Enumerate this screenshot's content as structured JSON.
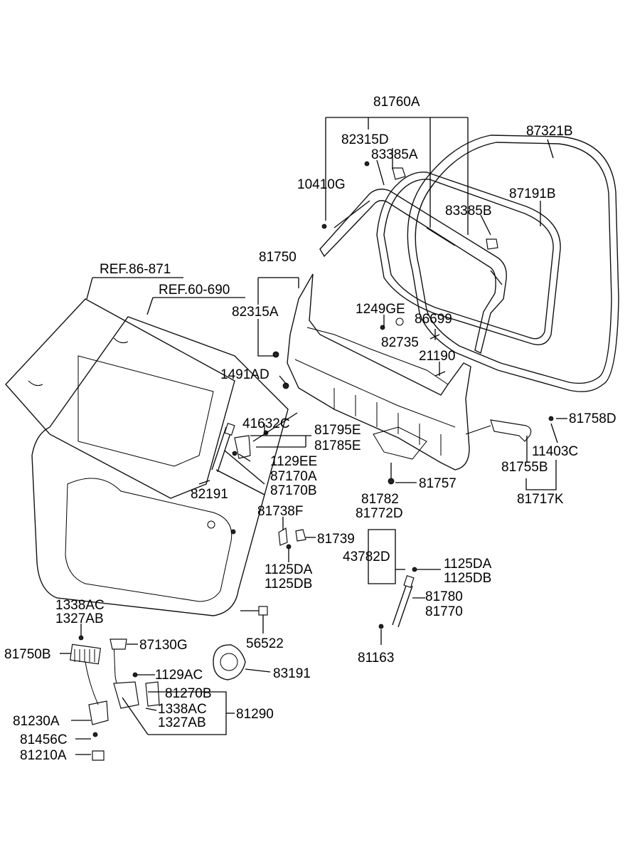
{
  "labels": {
    "p81760A": "81760A",
    "p82315D": "82315D",
    "p83385A_1": "83385A",
    "p10410G": "10410G",
    "p83385B": "83385B",
    "p87321B": "87321B",
    "p87191B": "87191B",
    "p81750": "81750",
    "ref86": "REF.86-871",
    "ref60": "REF.60-690",
    "p82315A": "82315A",
    "p1249GE": "1249GE",
    "p86699": "86699",
    "p82735": "82735",
    "p21190": "21190",
    "p1491AD": "1491AD",
    "p41632C": "41632C",
    "p81795E": "81795E",
    "p81785E": "81785E",
    "p1129EE": "1129EE",
    "p87170A": "87170A",
    "p87170B": "87170B",
    "p82191": "82191",
    "p81758D": "81758D",
    "p11403C": "11403C",
    "p81755B": "81755B",
    "p81717K": "81717K",
    "p81757": "81757",
    "p81782": "81782",
    "p81772D": "81772D",
    "p81738F": "81738F",
    "p81739": "81739",
    "p43782D": "43782D",
    "p1125DA_a": "1125DA",
    "p1125DB_a": "1125DB",
    "p1125DA_b": "1125DA",
    "p1125DB_b": "1125DB",
    "p81780": "81780",
    "p81770": "81770",
    "p1338AC_a": "1338AC",
    "p1327AB_a": "1327AB",
    "p81750B": "81750B",
    "p87130G": "87130G",
    "p56522": "56522",
    "p81163": "81163",
    "p1129AC": "1129AC",
    "p83191": "83191",
    "p81270B": "81270B",
    "p1338AC_b": "1338AC",
    "p1327AB_b": "1327AB",
    "p81290": "81290",
    "p81230A": "81230A",
    "p81456C": "81456C",
    "p81210A": "81210A"
  }
}
